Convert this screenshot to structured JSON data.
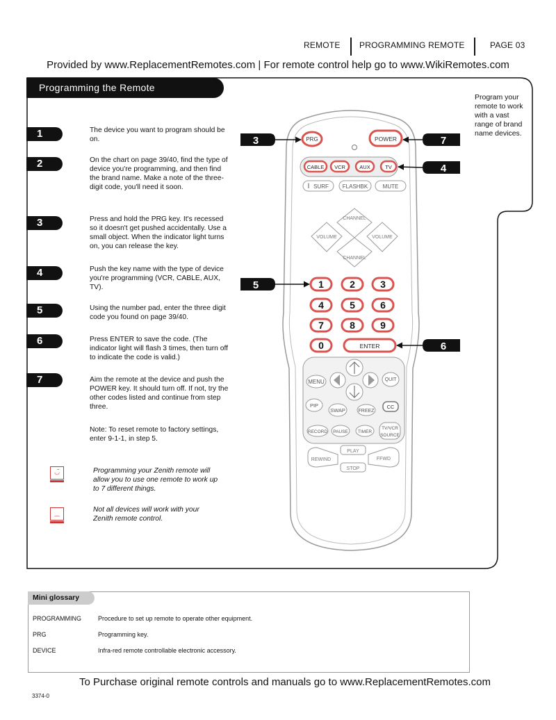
{
  "header": {
    "section1": "REMOTE",
    "section2": "PROGRAMMING REMOTE",
    "page": "PAGE 03"
  },
  "provided_by": "Provided by www.ReplacementRemotes.com | For remote control help go to www.WikiRemotes.com",
  "title": "Programming the Remote",
  "sidenote": "Program your remote to work with a vast range of brand name devices.",
  "steps": [
    {
      "num": "1",
      "text": "The device you want to program should be on."
    },
    {
      "num": "2",
      "text": "On the chart on page 39/40, find the type of device you're programming, and then find the brand name. Make a note of the three-digit code, you'll need it soon."
    },
    {
      "num": "3",
      "text": "Press and hold the PRG key. It's recessed so it doesn't get pushed accidentally. Use a small object. When the indicator light turns on, you can release the key."
    },
    {
      "num": "4",
      "text": "Push the key name with the type of device you're programming (VCR, CABLE, AUX, TV)."
    },
    {
      "num": "5",
      "text": "Using the number pad, enter the three digit code you found on page 39/40."
    },
    {
      "num": "6",
      "text": "Press ENTER to save the code. (The indicator light will flash 3 times, then turn off to indicate the code is valid.)"
    },
    {
      "num": "7",
      "text": "Aim the remote at the device and push the POWER key. It should turn off. If not, try the other codes listed and continue from step three."
    }
  ],
  "reset_note": "Note: To reset remote to factory settings, enter 9-1-1, in step 5.",
  "tips": [
    {
      "icon": "happy-face-icon",
      "text": "Programming your Zenith remote will allow you to use one remote to work up to 7 different things."
    },
    {
      "icon": "sad-face-icon",
      "text": "Not all devices will work with your Zenith remote control."
    }
  ],
  "remote": {
    "prg": "PRG",
    "power": "POWER",
    "cable": "CABLE",
    "vcr": "VCR",
    "aux": "AUX",
    "tv": "TV",
    "surf": "SURF",
    "flashbk": "FLASHBK",
    "mute": "MUTE",
    "channel_up": "CHANNEL",
    "channel_down": "CHANNEL",
    "volume_left": "VOLUME",
    "volume_right": "VOLUME",
    "digits": [
      "1",
      "2",
      "3",
      "4",
      "5",
      "6",
      "7",
      "8",
      "9",
      "0"
    ],
    "enter": "ENTER",
    "menu": "MENU",
    "quit": "QUIT",
    "pip": "PIP",
    "swap": "SWAP",
    "freeze": "FREEZ",
    "cc": "CC",
    "record": "RECORD",
    "pause": "PAUSE",
    "timer": "TIMER",
    "tvvcr": "TV/VCR",
    "source": "SOURCE",
    "play": "PLAY",
    "stop": "STOP",
    "rewind": "REWIND",
    "ffwd": "FFWD"
  },
  "callouts": [
    "3",
    "7",
    "4",
    "5",
    "6"
  ],
  "glossary": {
    "title": "Mini glossary",
    "entries": [
      {
        "term": "PROGRAMMING",
        "def": "Procedure to set up remote to operate other equipment."
      },
      {
        "term": "PRG",
        "def": "Programming key."
      },
      {
        "term": "DEVICE",
        "def": "Infra-red remote controllable electronic accessory."
      }
    ]
  },
  "footer": "To Purchase original remote controls and manuals go to www.ReplacementRemotes.com",
  "doc_code": "3374-0",
  "colors": {
    "highlight": "#d9534f",
    "ink": "#111111",
    "gray": "#999999"
  }
}
